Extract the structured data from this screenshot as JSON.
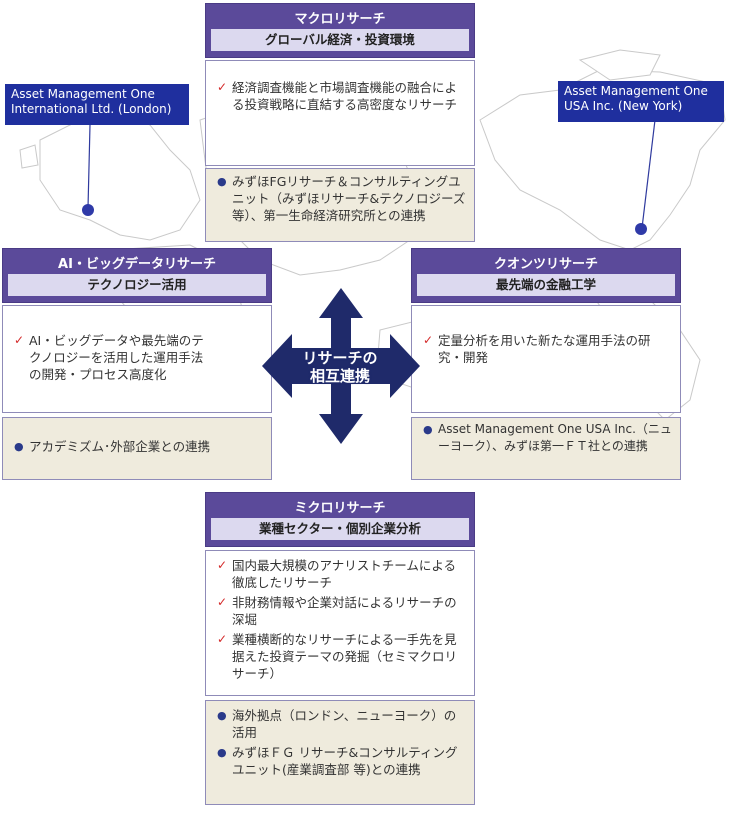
{
  "macro": {
    "title": "マクロリサーチ",
    "subtitle": "グローバル経済・投資環境",
    "checks": [
      "経済調査機能と市場調査機能の融合による投資戦略に直結する高密度なリサーチ"
    ],
    "bullets": [
      "みずほFGリサーチ＆コンサルティングユニット（みずほリサーチ&テクノロジーズ等）、第一生命経済研究所との連携"
    ]
  },
  "ai": {
    "title": "AI・ビッグデータリサーチ",
    "subtitle": "テクノロジー活用",
    "checks": [
      "AI・ビッグデータや最先端のテクノロジーを活用した運用手法の開発・プロセス高度化"
    ],
    "bullets": [
      "アカデミズム･外部企業との連携"
    ]
  },
  "quant": {
    "title": "クオンツリサーチ",
    "subtitle": "最先端の金融工学",
    "checks": [
      "定量分析を用いた新たな運用手法の研究・開発"
    ],
    "bullets": [
      "Asset Management One USA Inc.（ニューヨーク）、みずほ第一ＦＴ社との連携"
    ]
  },
  "micro": {
    "title": "ミクロリサーチ",
    "subtitle": "業種セクター・個別企業分析",
    "checks": [
      "国内最大規模のアナリストチームによる徹底したリサーチ",
      "非財務情報や企業対話によるリサーチの深堀",
      "業種横断的なリサーチによる一手先を見据えた投資テーマの発掘（セミマクロリサーチ）"
    ],
    "bullets": [
      "海外拠点（ロンドン、ニューヨーク）の活用",
      "みずほＦＧ リサーチ&コンサルティングユニット(産業調査部 等)との連携"
    ]
  },
  "locations": {
    "london": "Asset Management One International Ltd. (London)",
    "newyork": "Asset Management One USA Inc. (New York)"
  },
  "center": {
    "line1": "リサーチの",
    "line2": "相互連携"
  },
  "colors": {
    "header": "#5b4a9a",
    "subheader": "#dcd9ef",
    "beige": "#efebdd",
    "arrow": "#1f2a6a",
    "label": "#1f2f9e"
  }
}
